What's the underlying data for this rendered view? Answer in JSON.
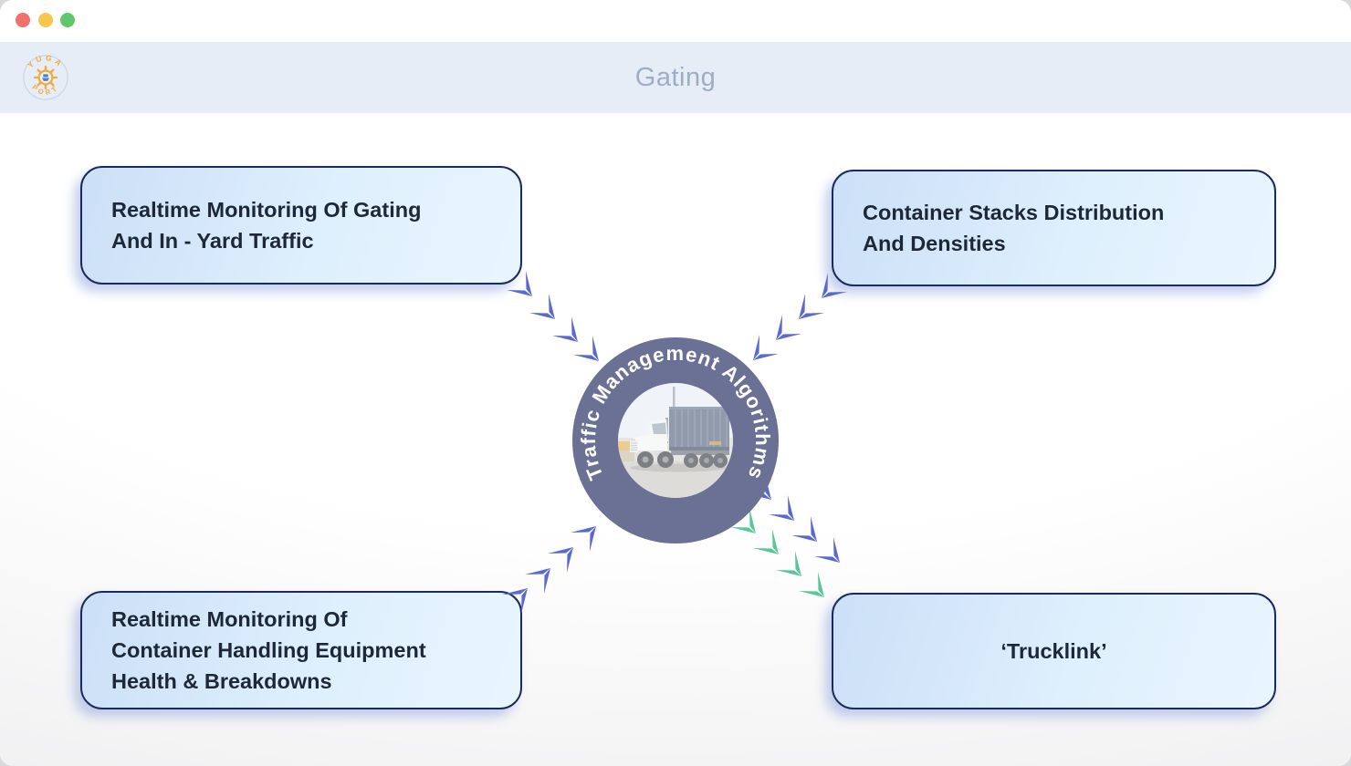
{
  "window": {
    "controls": [
      {
        "name": "close",
        "color": "#f0716c"
      },
      {
        "name": "minimize",
        "color": "#f6c64e"
      },
      {
        "name": "zoom",
        "color": "#5fc969"
      }
    ]
  },
  "header": {
    "title": "Gating",
    "logo": {
      "arc_top": "YUGA",
      "arc_bottom": "PORT"
    }
  },
  "diagram": {
    "center_label": "Traffic Management Algorithms",
    "center_image": "truck-with-container-photo",
    "nodes": [
      {
        "position": "top-left",
        "lines": [
          "Realtime Monitoring Of Gating",
          "And In - Yard Traffic"
        ]
      },
      {
        "position": "top-right",
        "lines": [
          "Container Stacks Distribution",
          "And Densities"
        ]
      },
      {
        "position": "bottom-left",
        "lines": [
          "Realtime Monitoring Of",
          "Container Handling Equipment",
          "Health & Breakdowns"
        ]
      },
      {
        "position": "bottom-right",
        "lines": [
          "‘Trucklink’"
        ]
      }
    ],
    "colors": {
      "chevron_blue": "#5b68d0",
      "chevron_green": "#56c795",
      "ring": "#6b7095",
      "node_border": "#1b2a5c"
    }
  }
}
